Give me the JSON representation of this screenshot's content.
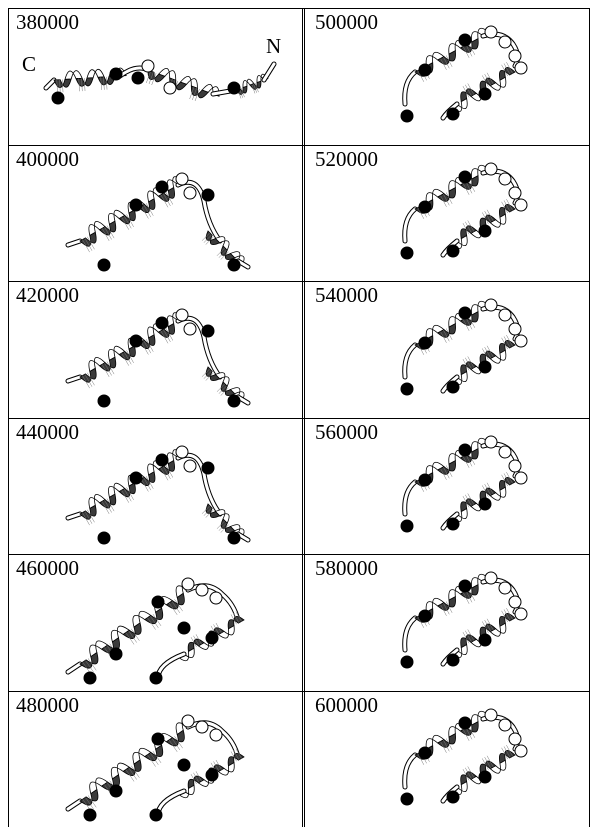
{
  "figure": {
    "panels": [
      {
        "label": "380000",
        "form": "extended",
        "terminus": {
          "c": "C",
          "n": "N"
        }
      },
      {
        "label": "500000",
        "form": "bundle"
      },
      {
        "label": "400000",
        "form": "bent"
      },
      {
        "label": "520000",
        "form": "bundle"
      },
      {
        "label": "420000",
        "form": "bent"
      },
      {
        "label": "540000",
        "form": "bundle"
      },
      {
        "label": "440000",
        "form": "bent"
      },
      {
        "label": "560000",
        "form": "bundle"
      },
      {
        "label": "460000",
        "form": "hairpin"
      },
      {
        "label": "580000",
        "form": "bundle"
      },
      {
        "label": "480000",
        "form": "hairpin"
      },
      {
        "label": "600000",
        "form": "bundle"
      }
    ],
    "colors": {
      "border": "#000000",
      "helix_dark": "#3a3a3a",
      "helix_light": "#ffffff",
      "ball_filled": "#000000",
      "ball_open": "#ffffff"
    }
  }
}
